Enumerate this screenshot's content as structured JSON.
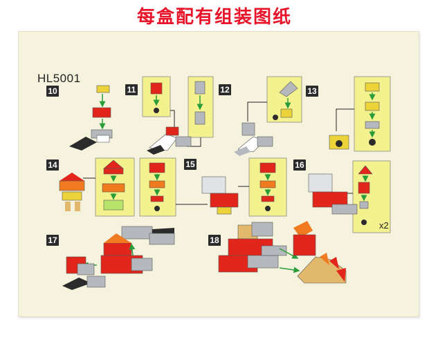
{
  "banner": {
    "title": "每盒配有组装图纸"
  },
  "sheet": {
    "model_code": "HL5001",
    "steps": [
      "10",
      "11",
      "12",
      "13",
      "14",
      "15",
      "16",
      "17",
      "18"
    ],
    "multiplier": "x2"
  },
  "colors": {
    "red": "#e3261c",
    "orange": "#f07a20",
    "yellow": "#ecd33a",
    "grey": "#b5b9bd",
    "dark": "#2b2b2b",
    "lime_panel": "#f4f28e",
    "tan": "#e2b86a"
  }
}
